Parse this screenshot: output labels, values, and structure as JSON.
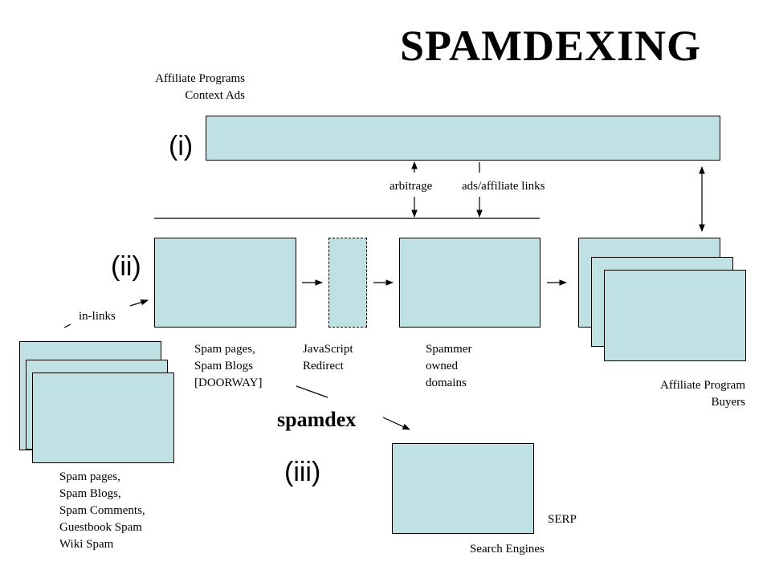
{
  "title": "SPAMDEXING",
  "tiers": {
    "i": "(i)",
    "ii": "(ii)",
    "iii": "(iii)"
  },
  "labels": {
    "affiliate_programs": "Affiliate Programs\nContext Ads",
    "arbitrage": "arbitrage",
    "ads_affiliate_links": "ads/affiliate links",
    "in_links": "in-links",
    "spam_pages_doorway": "Spam pages,\nSpam Blogs\n[DOORWAY]",
    "javascript_redirect": "JavaScript\nRedirect",
    "spammer_owned_domains": "Spammer\nowned\ndomains",
    "affiliate_program_buyers": "Affiliate Program\nBuyers",
    "spamdex": "spamdex",
    "spam_sources": "Spam pages,\nSpam Blogs,\nSpam Comments,\nGuestbook Spam\nWiki Spam",
    "serp": "SERP",
    "search_engines": "Search Engines"
  },
  "colors": {
    "box_fill": "#bfe1e3",
    "stroke": "#000000"
  }
}
